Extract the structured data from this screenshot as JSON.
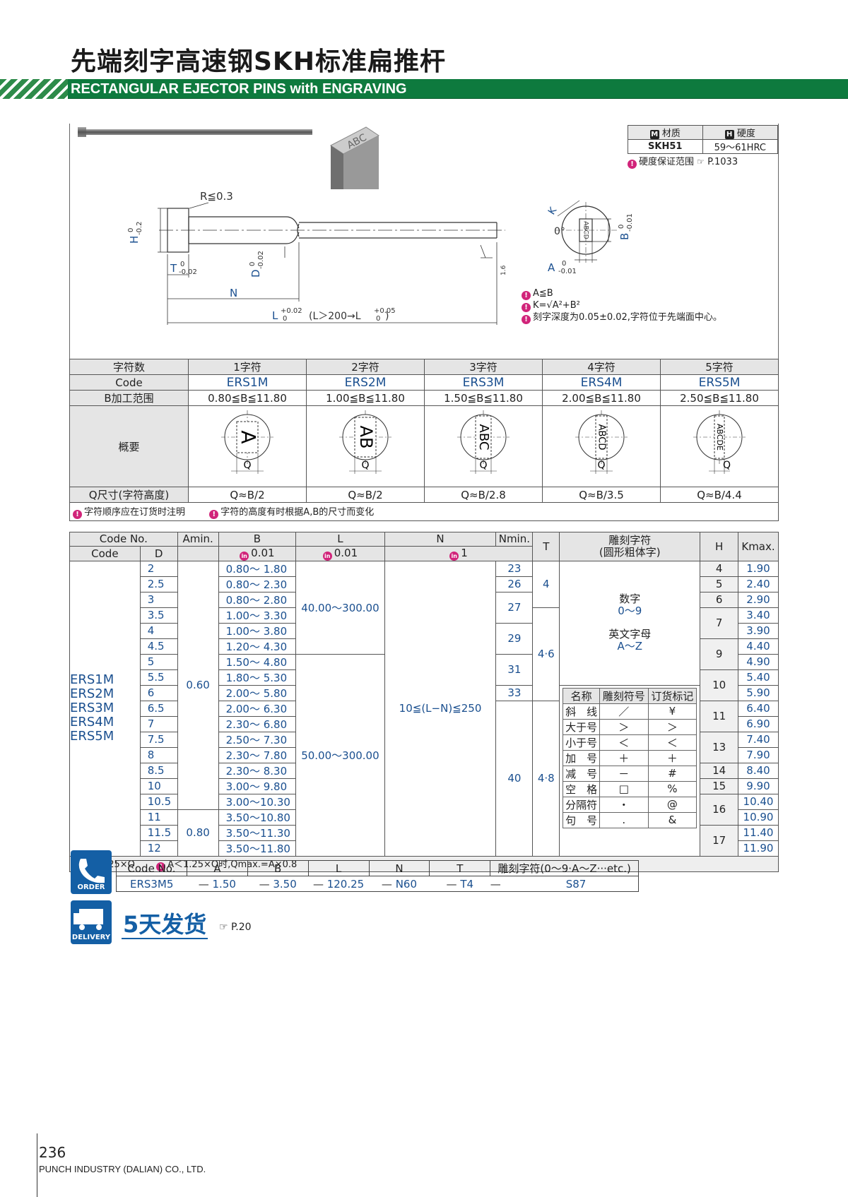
{
  "header": {
    "title": "先端刻字高速钢SKH标准扁推杆",
    "subtitle": "RECTANGULAR EJECTOR PINS with ENGRAVING"
  },
  "material": {
    "m_label": "材质",
    "h_label": "硬度",
    "m_icon": "M",
    "h_icon": "H",
    "material": "SKH51",
    "hardness": "59～61HRC",
    "note": "硬度保证范围",
    "note_ref": "P.1033"
  },
  "drawing": {
    "r": "R≦0.3",
    "h": "H",
    "h_tol_top": "0",
    "h_tol_bot": "-0.2",
    "t": "T",
    "t_tol_top": "0",
    "t_tol_bot": "-0.02",
    "d": "D",
    "d_tol_top": "0",
    "d_tol_bot": "-0.02",
    "n": "N",
    "l": "L",
    "l_tol_top": "+0.02",
    "l_tol_bot": "0",
    "l_extra": "(L＞200→L",
    "l_extra_top": "+0.05",
    "l_extra_bot": "0",
    "l_close": ")",
    "rough": "1.6",
    "k": "K",
    "zero_deg": "0°",
    "b": "B",
    "b_tol_top": "0",
    "b_tol_bot": "-0.01",
    "a": "A",
    "a_tol_top": "0",
    "a_tol_bot": "-0.01",
    "face_text": "ABCD"
  },
  "drawing_notes": [
    "A≦B",
    "K=√A²+B²",
    "刻字深度为0.05±0.02,字符位于先端面中心。"
  ],
  "char_table": {
    "row_labels": [
      "字符数",
      "Code",
      "B加工范围",
      "概要",
      "Q尺寸(字符高度)"
    ],
    "cols": [
      {
        "count": "1字符",
        "code": "ERS1M",
        "range": "0.80≦B≦11.80",
        "text": "A",
        "q": "Q≈B/2"
      },
      {
        "count": "2字符",
        "code": "ERS2M",
        "range": "1.00≦B≦11.80",
        "text": "AB",
        "q": "Q≈B/2"
      },
      {
        "count": "3字符",
        "code": "ERS3M",
        "range": "1.50≦B≦11.80",
        "text": "ABC",
        "q": "Q≈B/2.8"
      },
      {
        "count": "4字符",
        "code": "ERS4M",
        "range": "2.00≦B≦11.80",
        "text": "ABCD",
        "q": "Q≈B/3.5"
      },
      {
        "count": "5字符",
        "code": "ERS5M",
        "range": "2.50≦B≦11.80",
        "text": "ABCDE",
        "q": "Q≈B/4.4"
      }
    ],
    "q_label": "Q",
    "notes": [
      "字符顺序应在订货时注明",
      "字符的高度有时根据A,B的尺寸而变化"
    ]
  },
  "main_table": {
    "headers": {
      "code_no": "Code No.",
      "code": "Code",
      "d": "D",
      "amin": "Amin.",
      "b": "B",
      "l": "L",
      "n": "N",
      "nmin": "Nmin.",
      "t": "T",
      "chars": "雕刻字符",
      "chars2": "(圆形粗体字)",
      "h": "H",
      "kmax": "Kmax.",
      "inc_b": "0.01",
      "inc_l": "0.01",
      "inc_n": "1",
      "inc_icon": "in"
    },
    "codes": [
      "ERS1M",
      "ERS2M",
      "ERS3M",
      "ERS4M",
      "ERS5M"
    ],
    "rows": [
      {
        "d": "2",
        "b": "0.80～ 1.80"
      },
      {
        "d": "2.5",
        "b": "0.80～ 2.30"
      },
      {
        "d": "3",
        "b": "0.80～ 2.80"
      },
      {
        "d": "3.5",
        "b": "1.00～ 3.30"
      },
      {
        "d": "4",
        "b": "1.00～ 3.80"
      },
      {
        "d": "4.5",
        "b": "1.20～ 4.30"
      },
      {
        "d": "5",
        "b": "1.50～ 4.80"
      },
      {
        "d": "5.5",
        "b": "1.80～ 5.30"
      },
      {
        "d": "6",
        "b": "2.00～ 5.80"
      },
      {
        "d": "6.5",
        "b": "2.00～ 6.30"
      },
      {
        "d": "7",
        "b": "2.30～ 6.80"
      },
      {
        "d": "7.5",
        "b": "2.50～ 7.30"
      },
      {
        "d": "8",
        "b": "2.30～ 7.80"
      },
      {
        "d": "8.5",
        "b": "2.30～ 8.30"
      },
      {
        "d": "10",
        "b": "3.00～ 9.80"
      },
      {
        "d": "10.5",
        "b": "3.00～10.30"
      },
      {
        "d": "11",
        "b": "3.50～10.80"
      },
      {
        "d": "11.5",
        "b": "3.50～11.30"
      },
      {
        "d": "12",
        "b": "3.50～11.80"
      }
    ],
    "amin": [
      "0.60",
      "0.80"
    ],
    "l": [
      "40.00～300.00",
      "50.00～300.00"
    ],
    "n": "10≦(L−N)≦250",
    "nmin": [
      "23",
      "26",
      "27",
      "29",
      "31",
      "33",
      "40"
    ],
    "t": [
      "4",
      "4·6",
      "4·8"
    ],
    "chars_digits": "数字",
    "chars_digits_v": "0～9",
    "chars_letters": "英文字母",
    "chars_letters_v": "A～Z",
    "h": [
      "4",
      "5",
      "6",
      "7",
      "9",
      "10",
      "11",
      "13",
      "14",
      "15",
      "16",
      "17"
    ],
    "kmax": [
      "1.90",
      "2.40",
      "2.90",
      "3.40",
      "3.90",
      "4.40",
      "4.90",
      "5.40",
      "5.90",
      "6.40",
      "6.90",
      "7.40",
      "7.90",
      "8.40",
      "9.90",
      "10.40",
      "10.90",
      "11.40",
      "11.90"
    ],
    "notes": [
      "A≧1.25×Q",
      "A＜1.25×Q时,Qmax.=A×0.8"
    ]
  },
  "symbols": {
    "headers": [
      "名称",
      "雕刻符号",
      "订货标记"
    ],
    "rows": [
      {
        "name": "斜　线",
        "sym": "／",
        "mark": "¥"
      },
      {
        "name": "大于号",
        "sym": "＞",
        "mark": "＞"
      },
      {
        "name": "小于号",
        "sym": "＜",
        "mark": "＜"
      },
      {
        "name": "加　号",
        "sym": "＋",
        "mark": "＋"
      },
      {
        "name": "减　号",
        "sym": "－",
        "mark": "#"
      },
      {
        "name": "空　格",
        "sym": "□",
        "mark": "%"
      },
      {
        "name": "分隔符",
        "sym": "・",
        "mark": "@"
      },
      {
        "name": "句　号",
        "sym": ".",
        "mark": "&"
      }
    ]
  },
  "order": {
    "icon_label": "ORDER",
    "headers": [
      "Code No.",
      "A",
      "B",
      "L",
      "N",
      "T",
      "雕刻字符(0～9·A～Z···etc.)"
    ],
    "values": [
      "ERS3M5",
      "1.50",
      "3.50",
      "120.25",
      "N60",
      "T4",
      "S87"
    ],
    "dash": "—"
  },
  "delivery": {
    "icon_label": "DELIVERY",
    "text": "5天发货",
    "ref": "P.20"
  },
  "footer": {
    "page": "236",
    "company": "PUNCH INDUSTRY (DALIAN) CO., LTD."
  }
}
